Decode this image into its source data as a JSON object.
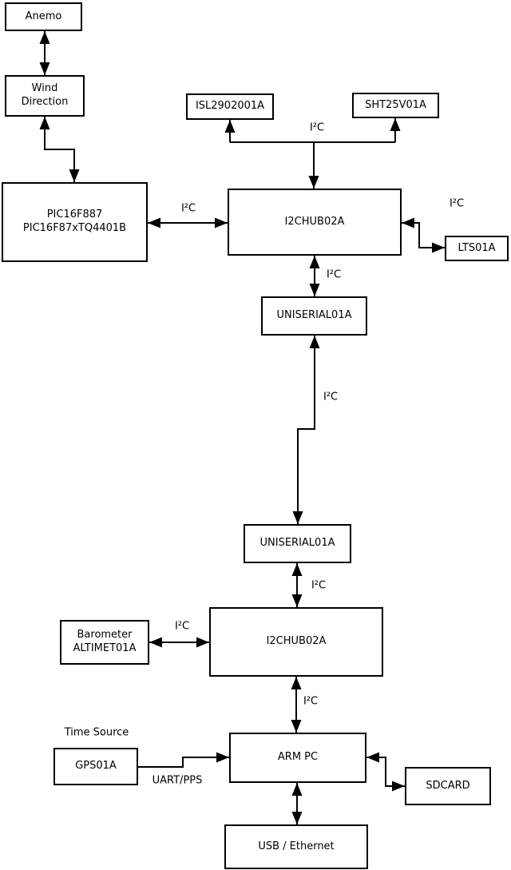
{
  "boxes": {
    "anemo": {
      "label": "Anemo"
    },
    "wind_direction": {
      "line1": "Wind",
      "line2": "Direction"
    },
    "pic": {
      "line1": "PIC16F887",
      "line2": "PIC16F87xTQ4401B"
    },
    "isl": {
      "label": "ISL2902001A"
    },
    "sht": {
      "label": "SHT25V01A"
    },
    "i2chub_top": {
      "label": "I2CHUB02A"
    },
    "lts": {
      "label": "LTS01A"
    },
    "uniserial_top": {
      "label": "UNISERIAL01A"
    },
    "uniserial_bottom": {
      "label": "UNISERIAL01A"
    },
    "i2chub_bottom": {
      "label": "I2CHUB02A"
    },
    "barometer": {
      "line1": "Barometer",
      "line2": "ALTIMET01A"
    },
    "arm_pc": {
      "label": "ARM PC"
    },
    "gps": {
      "label": "GPS01A"
    },
    "sdcard": {
      "label": "SDCARD"
    },
    "usb_ethernet": {
      "label": "USB / Ethernet"
    }
  },
  "edge_labels": {
    "pic_hub": "I²C",
    "sensors_junction": "I²C",
    "lts_link": "I²C",
    "hub_uniserial": "I²C",
    "uniserial_link": "I²C",
    "uniserial_hub2": "I²C",
    "barometer_hub2": "I²C",
    "hub2_armpc": "I²C",
    "gps_armpc": "UART/PPS"
  },
  "annotations": {
    "time_source": "Time Source"
  },
  "colors": {
    "line": "#000000",
    "background": "#ffffff",
    "text": "#000000"
  }
}
